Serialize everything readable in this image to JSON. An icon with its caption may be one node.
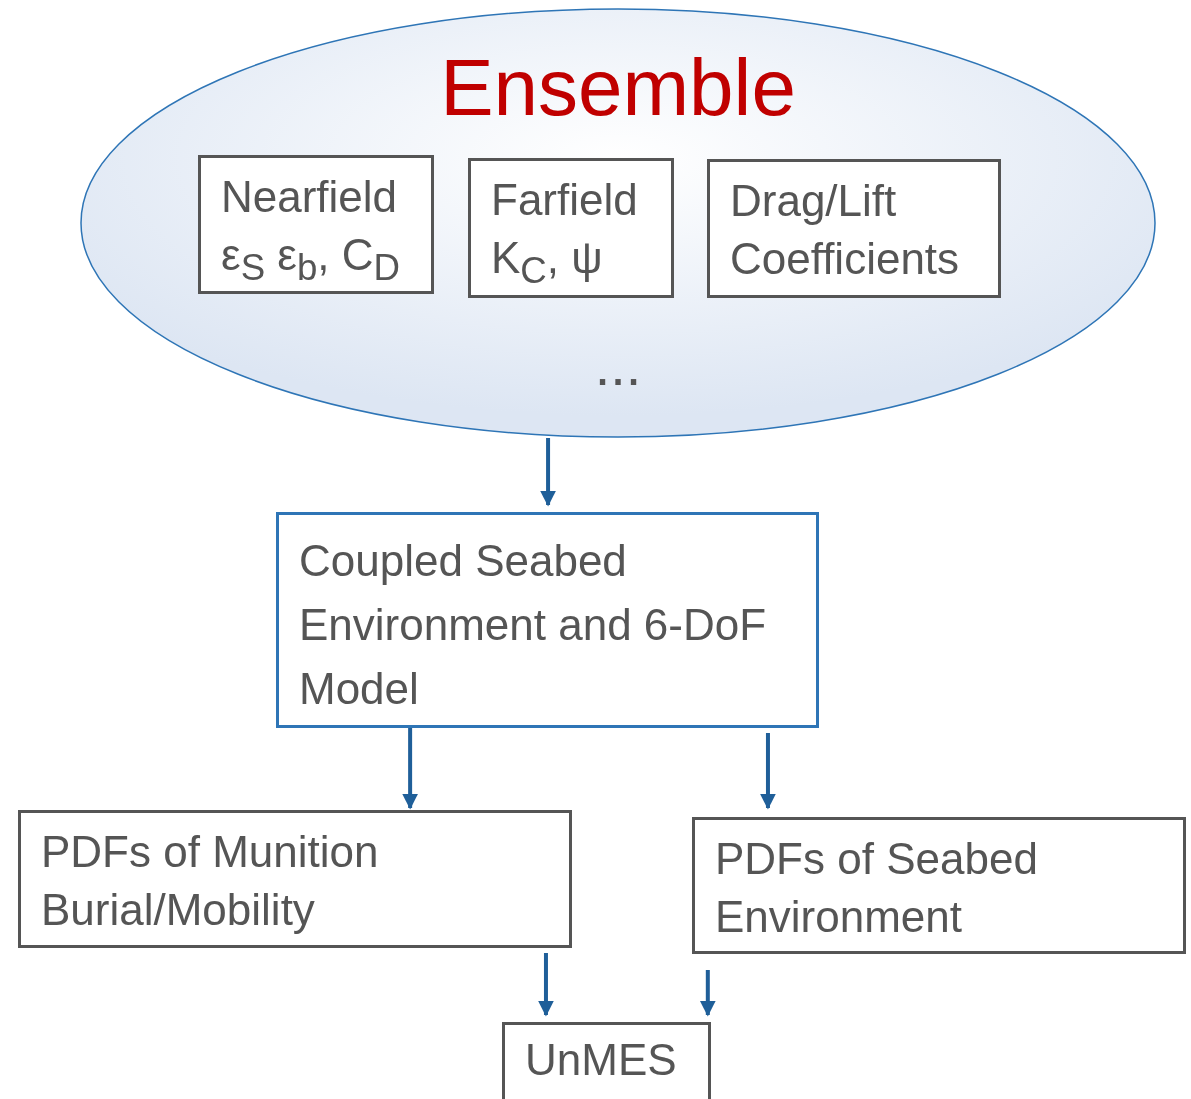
{
  "diagram": {
    "nodes": [
      {
        "text": [
          "Ensemble",
          "..."
        ]
      },
      {
        "text": [
          "Nearfield",
          "ε$_{S}$ ε$_{b}$, C$_{D}$"
        ],
        "in": 0
      },
      {
        "text": [
          "Farfield",
          "K$_{C}$, ψ"
        ],
        "in": 0
      },
      {
        "text": [
          "Drag/Lift Coefficients"
        ],
        "in": 0
      },
      {
        "text": [
          "Coupled Seabed Environment and 6-DoF Model"
        ]
      },
      {
        "text": [
          "PDFs of Munition Burial/Mobility"
        ]
      },
      {
        "text": [
          "PDFs of Seabed Environment"
        ]
      },
      {
        "text": [
          "UnMES"
        ]
      }
    ],
    "edges": [
      {
        "from": 0,
        "to": 4,
        "arrow": "to"
      },
      {
        "from": 4,
        "to": 5,
        "arrow": "to"
      },
      {
        "from": 4,
        "to": 6,
        "arrow": "to"
      },
      {
        "from": 5,
        "to": 7,
        "arrow": "to"
      },
      {
        "from": 6,
        "to": 7,
        "arrow": "to"
      }
    ]
  }
}
